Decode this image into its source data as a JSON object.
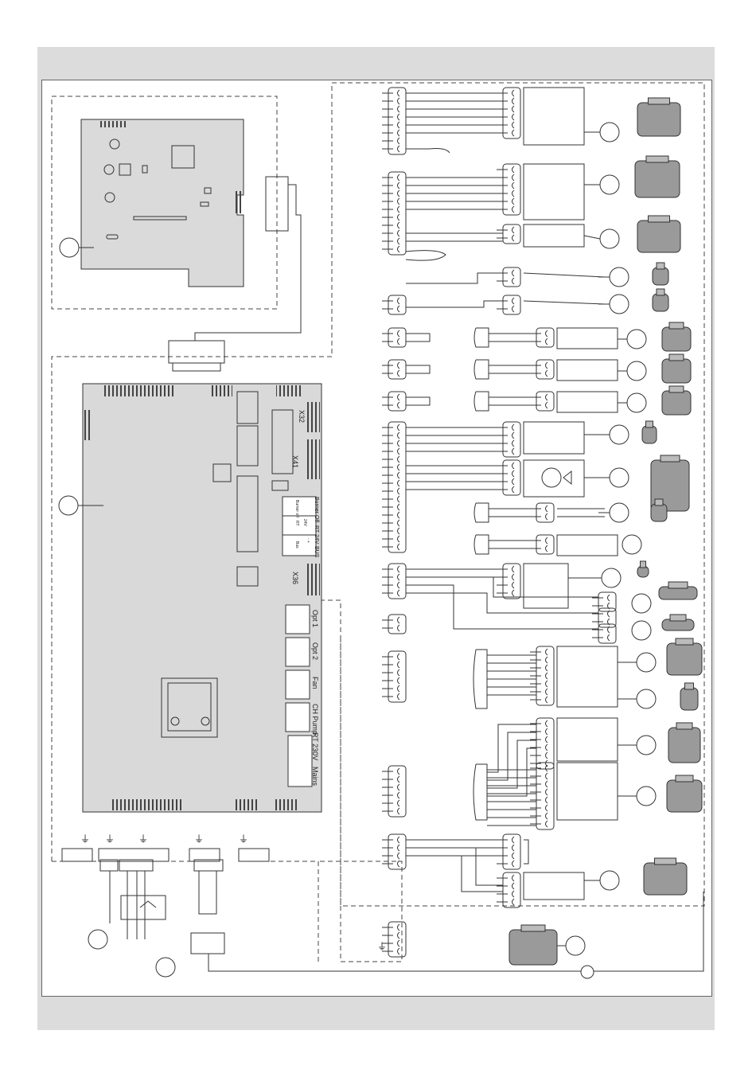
{
  "colors": {
    "frame": "#dcdcdc",
    "board": "#d9d9d9",
    "line": "#333333",
    "component": "#7a7a7a"
  },
  "main_board": {
    "connectors": [
      "X32",
      "X41",
      "X36"
    ],
    "terminal_labels": [
      "Burner Off",
      "RT 24V",
      "BUS"
    ],
    "terminal_sublabels": [
      "Burner off",
      "24V",
      "RT",
      "- +",
      "Bus"
    ],
    "block_labels": [
      "Opt 1",
      "Opt 2",
      "Fan",
      "CH Pump",
      "RT 230V",
      "Mains"
    ]
  },
  "symbols": {
    "earth": "⏚"
  }
}
